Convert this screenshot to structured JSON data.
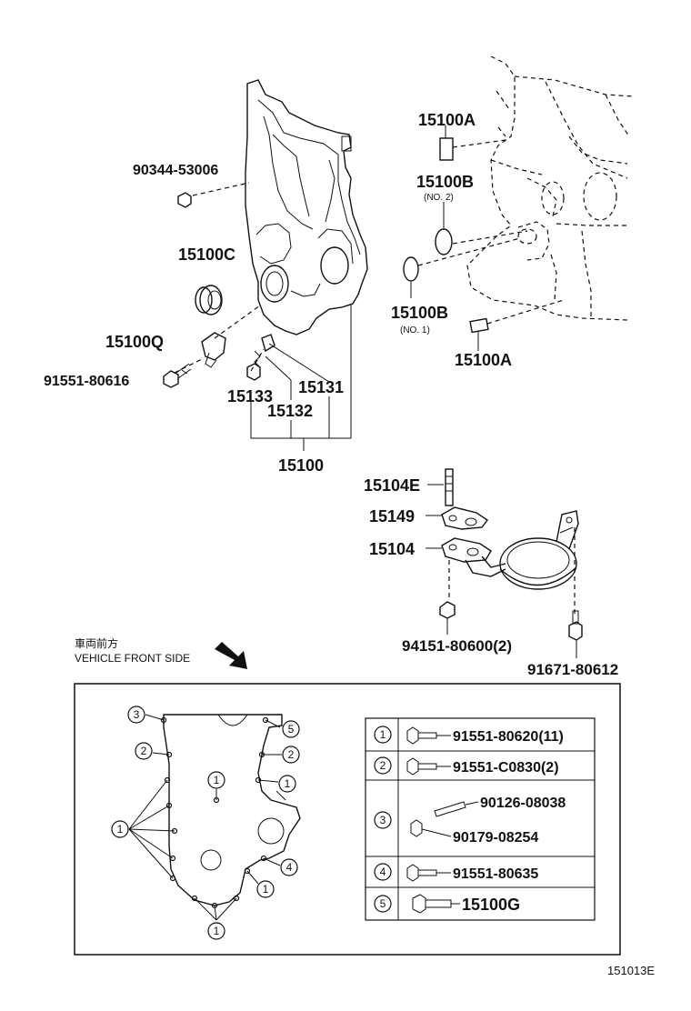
{
  "parts": {
    "p1": "90344-53006",
    "p2": "15100C",
    "p3": "15100Q",
    "p4": "91551-80616",
    "p5": "15133",
    "p6": "15132",
    "p7": "15131",
    "p8": "15100",
    "p9": "15100A",
    "p10": "15100B",
    "p10_note": "(NO. 2)",
    "p11": "15100B",
    "p11_note": "(NO. 1)",
    "p12": "15100A",
    "p13": "15104E",
    "p14": "15149",
    "p15": "15104",
    "p16": "94151-80600(2)",
    "p17": "91671-80612"
  },
  "orientation": {
    "jp": "車両前方",
    "en": "VEHICLE FRONT SIDE"
  },
  "detail": {
    "c1": "1",
    "c2": "2",
    "c3": "3",
    "c4": "4",
    "c5": "5"
  },
  "legend": {
    "rows": [
      {
        "num": "1",
        "parts": [
          "91551-80620(11)"
        ]
      },
      {
        "num": "2",
        "parts": [
          "91551-C0830(2)"
        ]
      },
      {
        "num": "3",
        "parts": [
          "90126-08038",
          "90179-08254"
        ]
      },
      {
        "num": "4",
        "parts": [
          "91551-80635"
        ]
      },
      {
        "num": "5",
        "parts": [
          "15100G"
        ]
      }
    ]
  },
  "figure_id": "151013E"
}
